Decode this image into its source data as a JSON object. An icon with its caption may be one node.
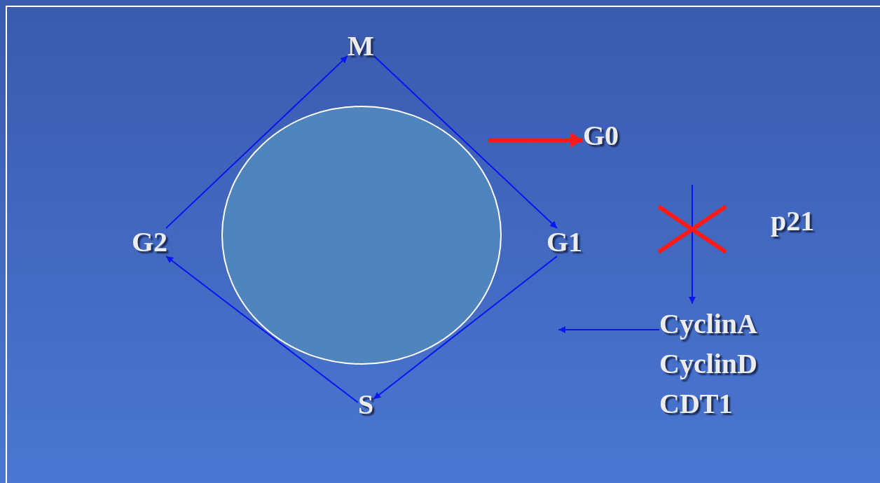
{
  "diagram": {
    "nodes": [
      {
        "text": [
          "M"
        ]
      },
      {
        "text": [
          "G0"
        ]
      },
      {
        "text": [
          "G2"
        ]
      },
      {
        "text": [],
        "shape": "circle"
      },
      {
        "text": [
          "G1"
        ]
      },
      {
        "text": [
          "p21"
        ]
      },
      {
        "text": [
          "CyclinA",
          "CyclinD",
          "CDT1"
        ]
      },
      {
        "text": [
          "S"
        ]
      }
    ],
    "edges": [
      {
        "from": 0,
        "to": 4,
        "arrow": "to"
      },
      {
        "from": 4,
        "to": 7,
        "arrow": "to"
      },
      {
        "from": 7,
        "to": 2,
        "arrow": "to"
      },
      {
        "from": 2,
        "to": 0,
        "arrow": "to"
      },
      {
        "from": null,
        "to": 1,
        "arrow": "to",
        "style": "thick",
        "color": "#ff1a1a"
      },
      {
        "from": null,
        "to": 6,
        "arrow": "to"
      },
      {
        "from": 6,
        "to": null,
        "arrow": "to"
      }
    ]
  }
}
